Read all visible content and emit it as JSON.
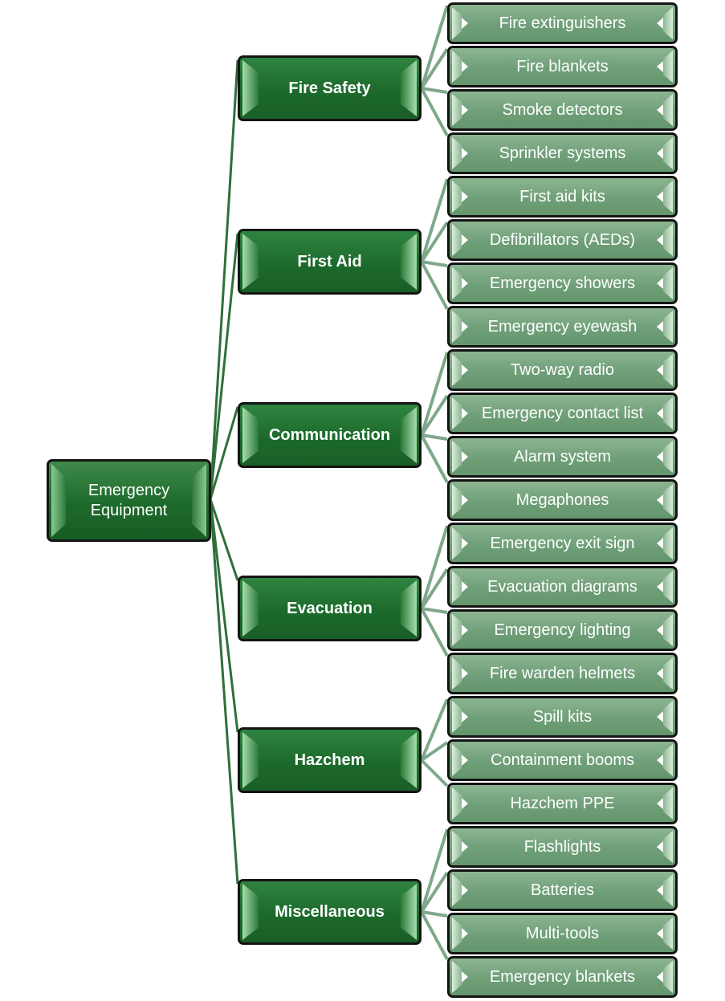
{
  "diagram": {
    "root": "Emergency\nEquipment",
    "colors": {
      "root_line": "#2f6f3a",
      "branch_line": "#7fa88a",
      "category_fill": "#1d6a2c",
      "leaf_fill": "#7aaa84",
      "border": "#141414"
    },
    "categories": [
      {
        "label": "Fire Safety",
        "items": [
          "Fire extinguishers",
          "Fire blankets",
          "Smoke detectors",
          "Sprinkler systems"
        ]
      },
      {
        "label": "First Aid",
        "items": [
          "First aid kits",
          "Defibrillators (AEDs)",
          "Emergency showers",
          "Emergency eyewash"
        ]
      },
      {
        "label": "Communication",
        "items": [
          "Two-way radio",
          "Emergency contact list",
          "Alarm system",
          "Megaphones"
        ]
      },
      {
        "label": "Evacuation",
        "items": [
          "Emergency exit sign",
          "Evacuation diagrams",
          "Emergency lighting",
          "Fire warden helmets"
        ]
      },
      {
        "label": "Hazchem",
        "items": [
          "Spill kits",
          "Containment booms",
          "Hazchem PPE"
        ]
      },
      {
        "label": "Miscellaneous",
        "items": [
          "Flashlights",
          "Batteries",
          "Multi-tools",
          "Emergency blankets"
        ]
      }
    ]
  }
}
